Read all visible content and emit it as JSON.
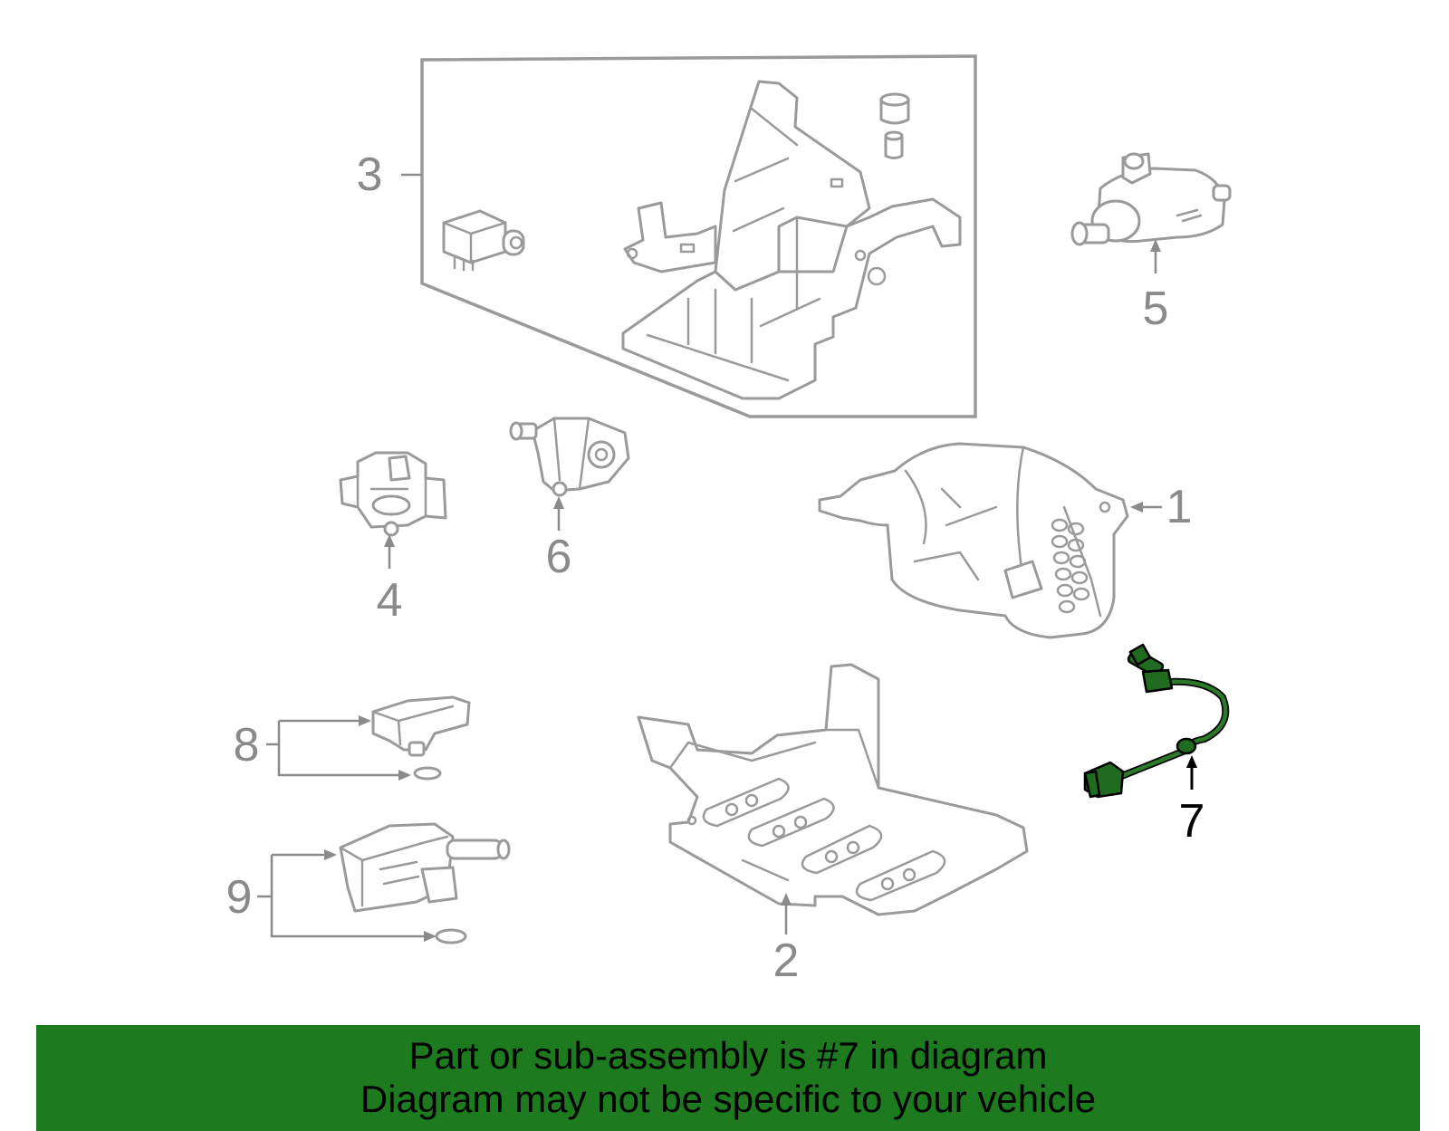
{
  "diagram": {
    "callouts": [
      "1",
      "2",
      "3",
      "4",
      "5",
      "6",
      "7",
      "8",
      "9"
    ],
    "highlighted_part": "7",
    "colors": {
      "part_outline": "#9a9a9a",
      "highlight": "#1f6b1f",
      "banner": "#1e7a1e"
    }
  },
  "banner": {
    "line1": "Part or sub-assembly is #7 in diagram",
    "line2": "Diagram may not be specific to your vehicle"
  }
}
